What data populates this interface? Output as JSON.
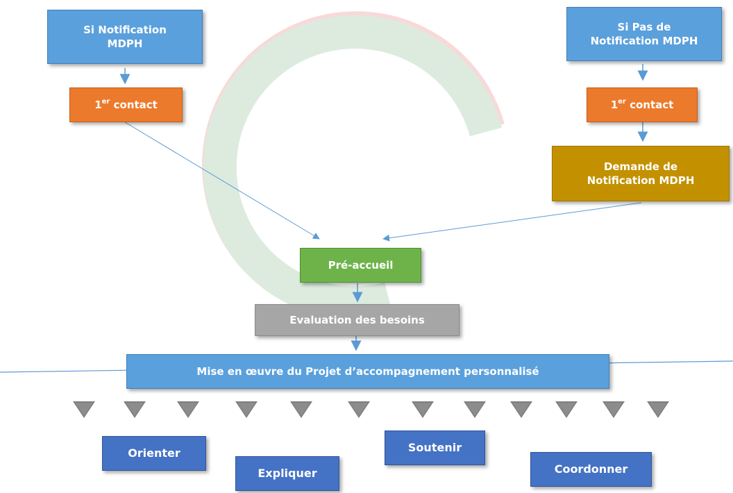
{
  "boxes": {
    "notif_mdph": "Si Notification MDPH",
    "contact_left_main": "1",
    "contact_left_sup": "er",
    "contact_left_rest": " contact",
    "pas_notif": "Si Pas de Notification MDPH",
    "contact_right_main": "1",
    "contact_right_sup": "er",
    "contact_right_rest": " contact",
    "demande": "Demande de Notification MDPH",
    "pre_accueil": "Pré-accueil",
    "evaluation": "Evaluation des besoins",
    "mise_en_oeuvre": "Mise en œuvre du Projet d’accompagnement personnalisé"
  },
  "actions": {
    "orienter": "Orienter",
    "expliquer": "Expliquer",
    "soutenir": "Soutenir",
    "coordonner": "Coordonner"
  },
  "colors": {
    "blue": "#5aa0dc",
    "orange": "#ec7a2c",
    "gold": "#c39100",
    "green": "#6db34a",
    "gray": "#a6a6a6",
    "dark_blue": "#4472c4",
    "arrow": "#5b9bd5",
    "triangle": "#7f7f7f"
  },
  "icons": [
    "watermark-logo",
    "arrow",
    "triangle-marker"
  ],
  "triangle_count": 12
}
